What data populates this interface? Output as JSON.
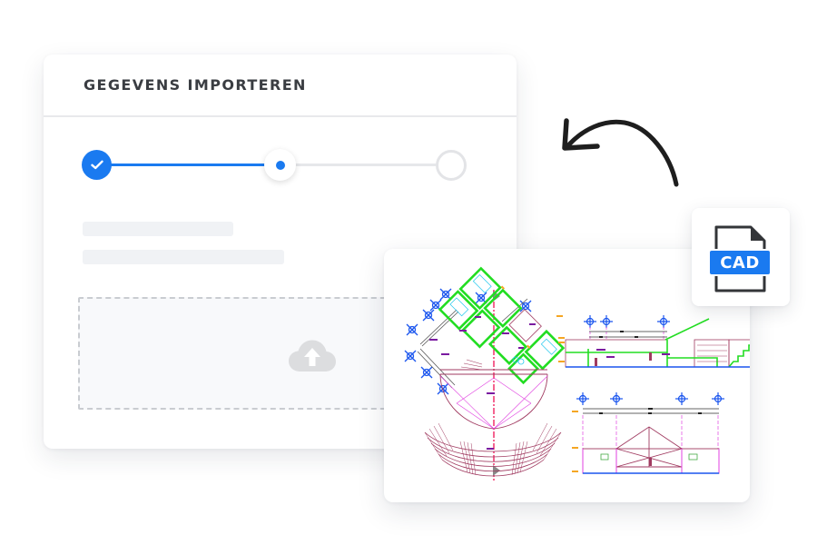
{
  "import_dialog": {
    "title": "GEGEVENS IMPORTEREN",
    "steps": [
      {
        "index": 1,
        "state": "completed",
        "icon": "checkmark-icon"
      },
      {
        "index": 2,
        "state": "active",
        "icon": "dot-icon"
      },
      {
        "index": 3,
        "state": "pending",
        "icon": null
      }
    ],
    "placeholder_lines": 2,
    "dropzone": {
      "icon": "cloud-upload-icon"
    }
  },
  "decoration": {
    "arrow_icon": "curved-arrow-icon"
  },
  "file_badge": {
    "label": "CAD",
    "icon": "file-icon"
  },
  "drawing_preview": {
    "content": "architectural CAD drawing (floor plan and elevations)"
  },
  "colors": {
    "accent": "#1a7af0",
    "text_dark": "#3a3d42",
    "divider": "#e8e9ec",
    "placeholder": "#f0f2f5",
    "dropzone_border": "#c9ccd1",
    "dropzone_bg": "#f8f9fb",
    "upload_icon": "#dcdddf",
    "cad_green": "#22dd22",
    "cad_blue": "#1a55ee",
    "cad_magenta": "#e040e0",
    "cad_maroon": "#a03a60",
    "cad_red_axis": "#ee1155",
    "cad_orange": "#f5a623"
  }
}
